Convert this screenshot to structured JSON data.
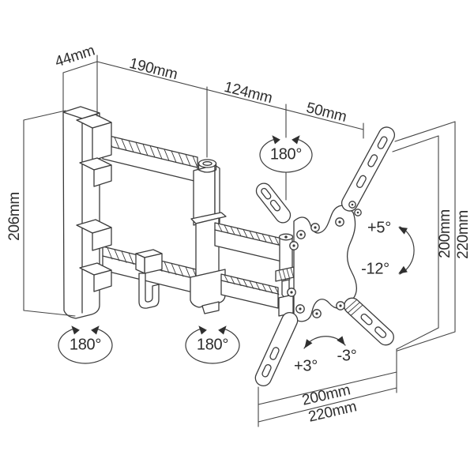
{
  "meta": {
    "subject": "Articulating TV wall mount dimensional drawing",
    "background": "#ffffff",
    "line_color": "#3b3b3b",
    "dim_line_color": "#444444",
    "text_color": "#2d2d2d"
  },
  "dimensions": {
    "wall_plate_depth": "44mm",
    "first_arm_reach": "190mm",
    "second_arm_reach": "124mm",
    "plate_clearance": "50mm",
    "wall_plate_height": "206mm",
    "vesa_height": "200mm",
    "plate_height": "220mm",
    "vesa_width": "200mm",
    "plate_width": "220mm"
  },
  "angles": {
    "plate_swivel": "180°",
    "wall_swivel": "180°",
    "elbow_swivel": "180°",
    "tilt_up": "+5°",
    "tilt_down": "-12°",
    "level_cw": "+3°",
    "level_ccw": "-3°"
  }
}
